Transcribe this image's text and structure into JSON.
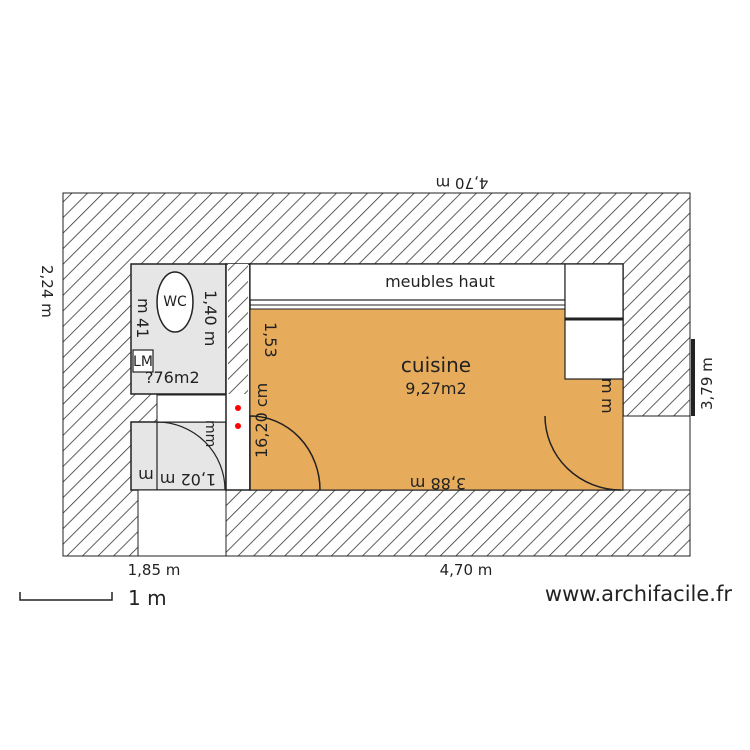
{
  "plan": {
    "kitchen": {
      "name": "cuisine",
      "area": "9,27m2",
      "width": "3,88 m",
      "depth": "1,53",
      "wall_cabinets": "meubles haut"
    },
    "wc_room": {
      "wc": "WC",
      "area": "?76m2",
      "length": "1,40 m",
      "depth": "41",
      "sink": "LM",
      "width": "1,02 m",
      "edge_m": "m",
      "edge_m2": "m"
    },
    "opening": {
      "width": "16,20 cm",
      "unit": "mm"
    },
    "right_edge": {
      "label_m1": "m",
      "label_m2": "m"
    },
    "dimensions": {
      "top": "4,70 m",
      "bottom": "4,70 m",
      "bottom_left": "1,85 m",
      "left": "2,24 m",
      "right": "3,79 m",
      "scale": "1 m"
    },
    "watermark": "www.archifacile.fr"
  },
  "colors": {
    "kitchen_fill": "#e7ab5c",
    "wall_hatch": "#333333",
    "wc_fill": "#e6e6e6",
    "marker": "#ff0000"
  }
}
